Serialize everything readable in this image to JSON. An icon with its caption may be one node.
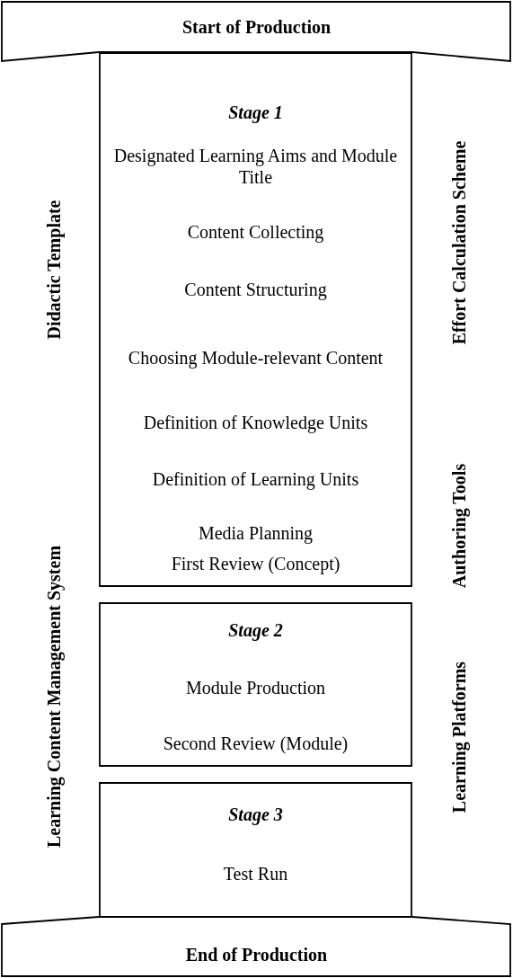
{
  "diagram": {
    "nodes": [
      {
        "text": [
          "Start of Production"
        ]
      },
      {
        "text": [
          "Stage 1",
          "Designated Learning Aims and Module Title",
          "Content Collecting",
          "Content Structuring",
          "Choosing Module-relevant Content",
          "Definition of Knowledge Units",
          "Definition of Learning Units",
          "Media Planning",
          "First Review (Concept)"
        ]
      },
      {
        "text": [
          "Stage 2",
          "Module Production",
          "Second Review (Module)"
        ]
      },
      {
        "text": [
          "Stage 3",
          "Test Run"
        ]
      },
      {
        "text": [
          "End of Production"
        ]
      }
    ],
    "labels": [
      "Didactic Template",
      "Effort Calculation Scheme",
      "Learning Content Management System",
      "Authoring Tools",
      "Learning Platforms"
    ]
  }
}
